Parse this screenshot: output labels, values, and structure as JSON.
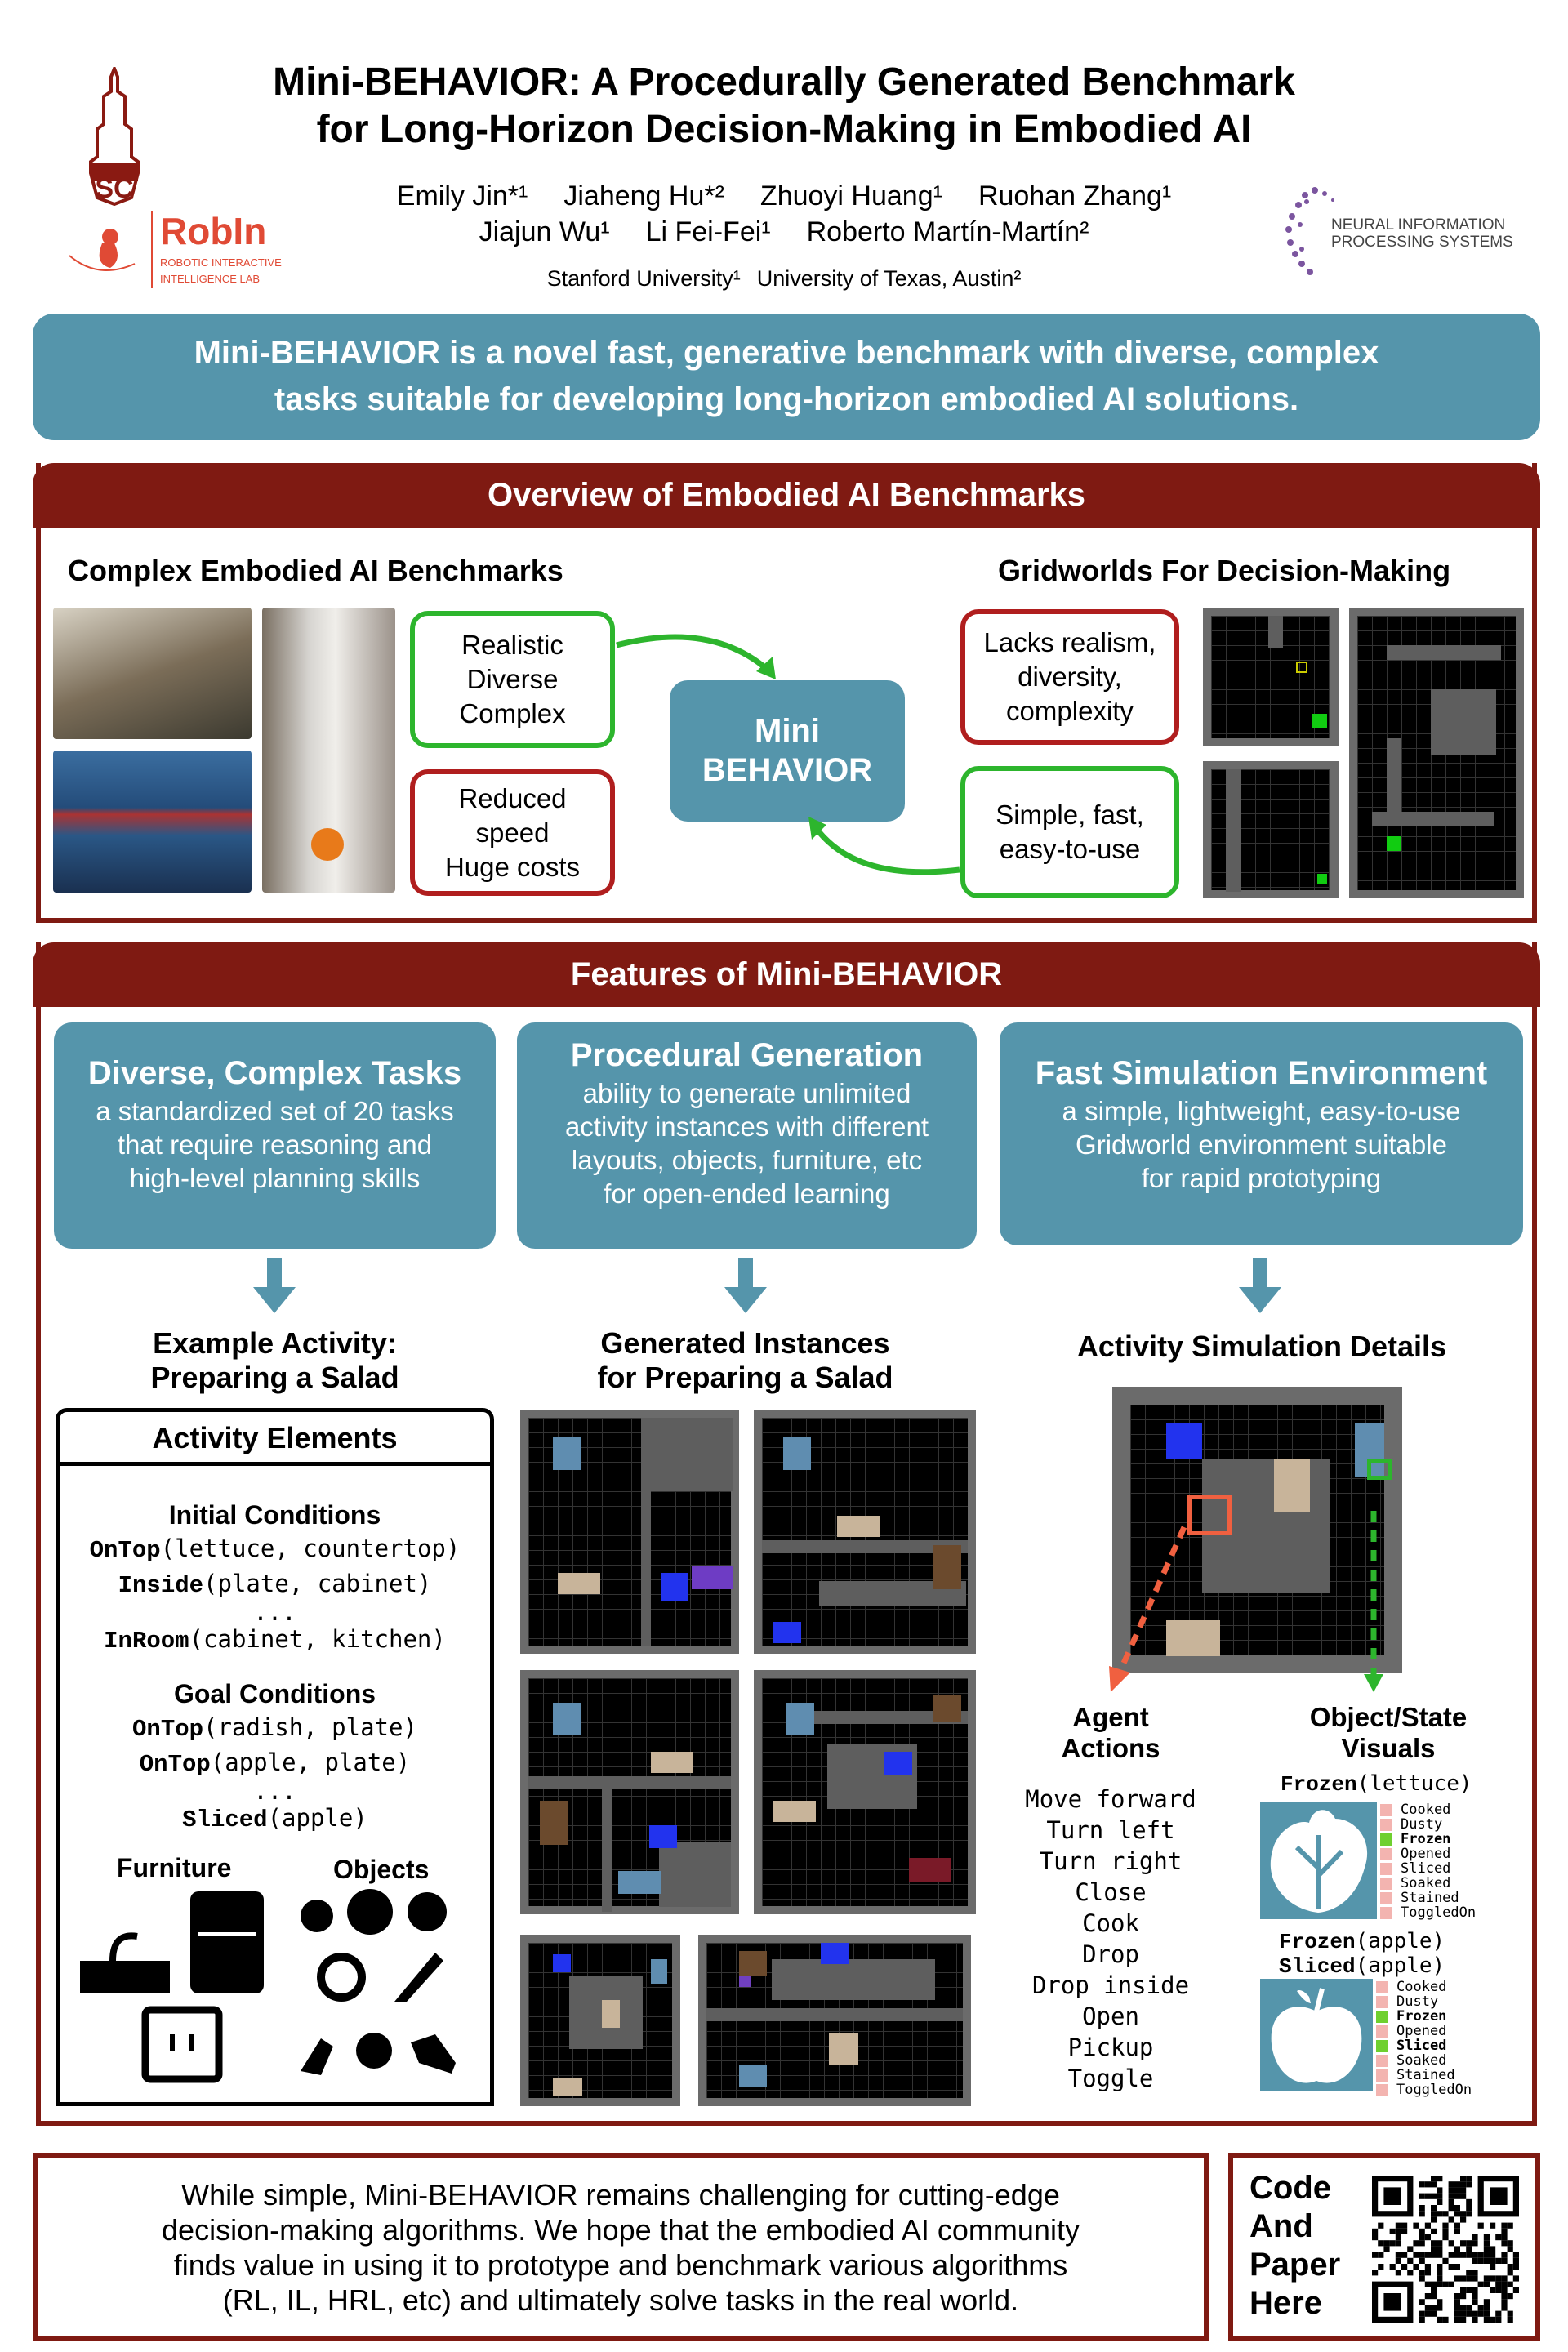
{
  "header": {
    "title_line1": "Mini-BEHAVIOR: A Procedurally Generated Benchmark",
    "title_line2": "for Long-Horizon Decision-Making in Embodied AI",
    "authors_line1": [
      "Emily Jin*¹",
      "Jiaheng Hu*²",
      "Zhuoyi Huang¹",
      "Ruohan Zhang¹"
    ],
    "authors_line2": [
      "Jiajun Wu¹",
      "Li Fei-Fei¹",
      "Roberto Martín-Martín²"
    ],
    "affiliations": [
      "Stanford University¹",
      "University of Texas, Austin²"
    ],
    "logos": {
      "robin_name": "RobIn",
      "robin_subtitle1": "ROBOTIC INTERACTIVE",
      "robin_subtitle2": "INTELLIGENCE LAB",
      "neurips_line1": "NEURAL INFORMATION",
      "neurips_line2": "PROCESSING SYSTEMS"
    }
  },
  "banner": {
    "line1": "Mini-BEHAVIOR is a novel fast, generative benchmark with diverse, complex",
    "line2": "tasks suitable for developing long-horizon embodied AI solutions."
  },
  "overview": {
    "title": "Overview of Embodied AI Benchmarks",
    "left_title": "Complex Embodied AI Benchmarks",
    "right_title": "Gridworlds For Decision-Making",
    "pros_left": [
      "Realistic",
      "Diverse",
      "Complex"
    ],
    "cons_left": [
      "Reduced",
      "speed",
      "Huge costs"
    ],
    "center": [
      "Mini",
      "BEHAVIOR"
    ],
    "cons_right": [
      "Lacks realism,",
      "diversity,",
      "complexity"
    ],
    "pros_right": [
      "Simple, fast,",
      "easy-to-use"
    ]
  },
  "features": {
    "title": "Features of Mini-BEHAVIOR",
    "cards": [
      {
        "title": "Diverse, Complex Tasks",
        "lines": [
          "a standardized set of 20 tasks",
          "that require reasoning and",
          "high-level planning skills"
        ]
      },
      {
        "title": "Procedural Generation",
        "lines": [
          "ability to generate unlimited",
          "activity instances with different",
          "layouts, objects, furniture, etc",
          "for open-ended learning"
        ]
      },
      {
        "title": "Fast Simulation Environment",
        "lines": [
          "a simple, lightweight, easy-to-use",
          "Gridworld environment suitable",
          "for rapid prototyping"
        ]
      }
    ],
    "example_title": [
      "Example Activity:",
      "Preparing a Salad"
    ],
    "generated_title": [
      "Generated Instances",
      "for Preparing a Salad"
    ],
    "simulation_title": "Activity Simulation Details",
    "activity_elements": {
      "title": "Activity Elements",
      "initial_title": "Initial Conditions",
      "initial": [
        {
          "pred": "OnTop",
          "args": "(lettuce, countertop)"
        },
        {
          "pred": "Inside",
          "args": "(plate, cabinet)"
        },
        {
          "pred": "",
          "args": "..."
        },
        {
          "pred": "InRoom",
          "args": "(cabinet, kitchen)"
        }
      ],
      "goal_title": "Goal Conditions",
      "goal": [
        {
          "pred": "OnTop",
          "args": "(radish, plate)"
        },
        {
          "pred": "OnTop",
          "args": "(apple, plate)"
        },
        {
          "pred": "",
          "args": "..."
        },
        {
          "pred": "Sliced",
          "args": "(apple)"
        }
      ],
      "furniture_label": "Furniture",
      "objects_label": "Objects"
    },
    "agent_actions": {
      "title": [
        "Agent",
        "Actions"
      ],
      "items": [
        "Move forward",
        "Turn left",
        "Turn right",
        "Close",
        "Cook",
        "Drop",
        "Drop inside",
        "Open",
        "Pickup",
        "Toggle"
      ]
    },
    "object_state": {
      "title": [
        "Object/State",
        "Visuals"
      ],
      "states": [
        "Cooked",
        "Dusty",
        "Frozen",
        "Opened",
        "Sliced",
        "Soaked",
        "Stained",
        "ToggledOn"
      ],
      "lettuce": {
        "pred": "Frozen",
        "args": "(lettuce)",
        "active": [
          "Frozen"
        ]
      },
      "apple": {
        "preds": [
          {
            "pred": "Frozen",
            "args": "(apple)"
          },
          {
            "pred": "Sliced",
            "args": "(apple)"
          }
        ],
        "active": [
          "Frozen",
          "Sliced"
        ]
      }
    }
  },
  "footer": {
    "lines": [
      "While simple, Mini-BEHAVIOR remains challenging for cutting-edge",
      "decision-making algorithms. We hope that the embodied AI community",
      "finds value in using it to prototype and benchmark various algorithms",
      "(RL, IL, HRL, etc) and ultimately solve tasks in the real world."
    ],
    "code_label": [
      "Code",
      "And",
      "Paper",
      "Here"
    ]
  },
  "colors": {
    "teal": "#5595ab",
    "maroon": "#7f1a12",
    "green": "#2db52d",
    "red": "#b01e1e",
    "state_on": "#6fd02f",
    "state_off": "#f3b4b0"
  }
}
